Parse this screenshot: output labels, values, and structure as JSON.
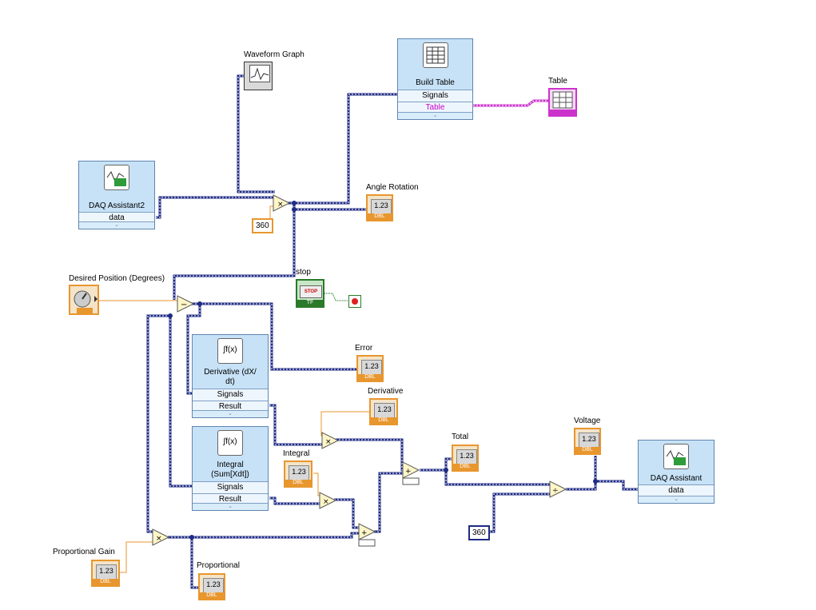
{
  "labels": {
    "waveform_graph": "Waveform Graph",
    "table": "Table",
    "angle_rotation": "Angle Rotation",
    "stop": "stop",
    "desired_position": "Desired Position (Degrees)",
    "error": "Error",
    "derivative": "Derivative",
    "total": "Total",
    "voltage": "Voltage",
    "integral": "Integral",
    "proportional_gain": "Proportional Gain",
    "proportional": "Proportional"
  },
  "express_vis": {
    "build_table": {
      "title": "Build Table",
      "row1": "Signals",
      "row2": "Table"
    },
    "daq_assistant2": {
      "title": "DAQ Assistant2",
      "row1": "data"
    },
    "derivative_vi": {
      "title_line1": "Derivative (dX/",
      "title_line2": "dt)",
      "row1": "Signals",
      "row2": "Result",
      "icon_text": "∫f(x)"
    },
    "integral_vi": {
      "title_line1": "Integral",
      "title_line2": "(Sum[Xdt])",
      "row1": "Signals",
      "row2": "Result",
      "icon_text": "∫f(x)"
    },
    "daq_assistant": {
      "title": "DAQ Assistant",
      "row1": "data"
    }
  },
  "constants": {
    "c360_top": "360",
    "c360_bottom": "360"
  },
  "indicator": {
    "value_text": "1.23",
    "type_text": "DBL"
  },
  "stop_button": {
    "text": "STOP",
    "type_text": "TF"
  },
  "colors": {
    "wire_dbl": "#1f2b84",
    "wire_string": "#cc33cc",
    "wire_bool": "#006600",
    "wire_scalar": "#e8962e",
    "express_bg": "#c7e2f7",
    "terminal_orange": "#e8962e"
  }
}
